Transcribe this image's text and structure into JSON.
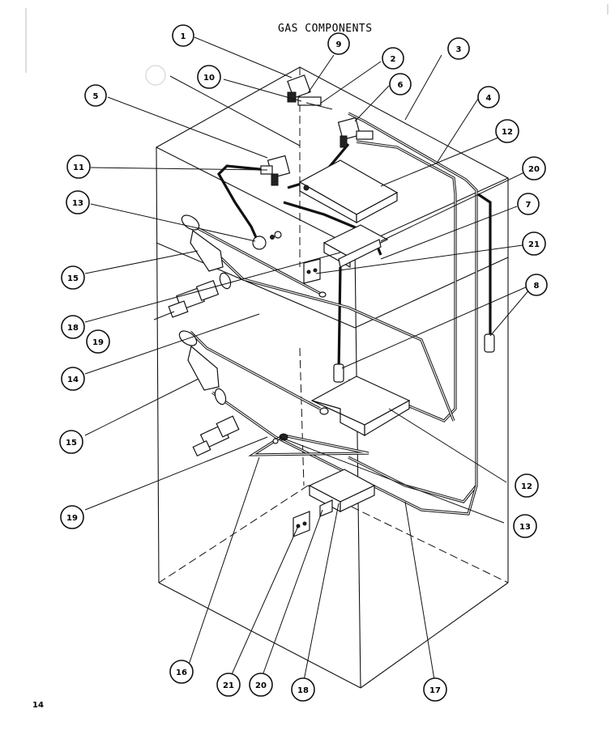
{
  "title": "GAS COMPONENTS",
  "page_number": "14",
  "callouts": [
    {
      "id": "callout-1",
      "label": "1"
    },
    {
      "id": "callout-9",
      "label": "9"
    },
    {
      "id": "callout-2",
      "label": "2"
    },
    {
      "id": "callout-3",
      "label": "3"
    },
    {
      "id": "callout-10",
      "label": "10"
    },
    {
      "id": "callout-6-top",
      "label": "6"
    },
    {
      "id": "callout-5",
      "label": "5"
    },
    {
      "id": "callout-4",
      "label": "4"
    },
    {
      "id": "callout-12-top",
      "label": "12"
    },
    {
      "id": "callout-20-right",
      "label": "20"
    },
    {
      "id": "callout-11",
      "label": "11"
    },
    {
      "id": "callout-13-top",
      "label": "13"
    },
    {
      "id": "callout-7",
      "label": "7"
    },
    {
      "id": "callout-21-right",
      "label": "21"
    },
    {
      "id": "callout-15-top",
      "label": "15"
    },
    {
      "id": "callout-8",
      "label": "8"
    },
    {
      "id": "callout-18-left",
      "label": "18"
    },
    {
      "id": "callout-19-top",
      "label": "19"
    },
    {
      "id": "callout-14",
      "label": "14"
    },
    {
      "id": "callout-15-bottom",
      "label": "15"
    },
    {
      "id": "callout-12-bottom",
      "label": "12"
    },
    {
      "id": "callout-19-bottom",
      "label": "19"
    },
    {
      "id": "callout-13-bottom",
      "label": "13"
    },
    {
      "id": "callout-16",
      "label": "16"
    },
    {
      "id": "callout-21-bottom",
      "label": "21"
    },
    {
      "id": "callout-20-bottom",
      "label": "20"
    },
    {
      "id": "callout-18-bottom",
      "label": "18"
    },
    {
      "id": "callout-17",
      "label": "17"
    }
  ]
}
